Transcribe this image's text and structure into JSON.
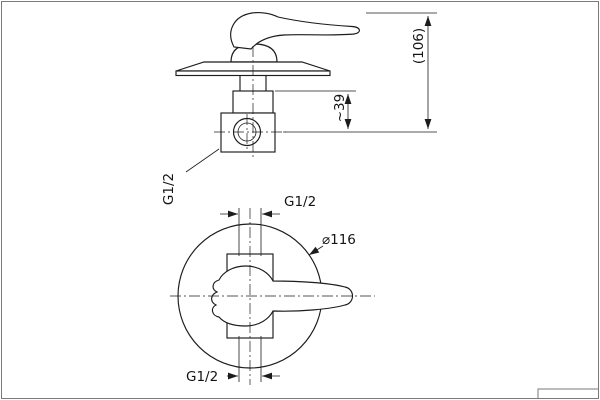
{
  "drawing": {
    "kind": "technical-drawing-shower-mixer",
    "side_view": {
      "overall_height_dim": "(106)",
      "port_offset_dim": "~39",
      "side_port_thread": "G1/2"
    },
    "front_view": {
      "top_port_thread": "G1/2",
      "escutcheon_diameter": "⌀116",
      "bottom_port_thread": "G1/2"
    },
    "colors": {
      "line": "#1c1c1c",
      "background": "#ffffff"
    }
  }
}
